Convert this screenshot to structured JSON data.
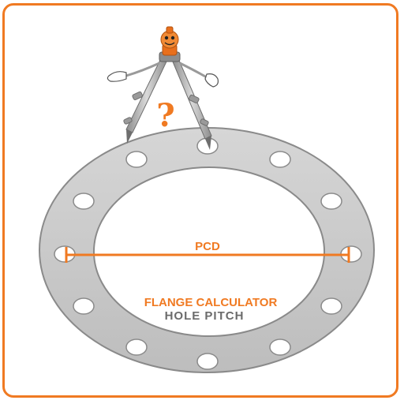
{
  "icon": {
    "name": "flange-calculator-app-icon",
    "labels": {
      "pcd": "PCD",
      "title": "FLANGE CALCULATOR",
      "subtitle": "HOLE PITCH",
      "question": "?"
    },
    "colors": {
      "accent": "#f07a22",
      "ring": "#c9c9c9",
      "ring_edge": "#8a8a8a",
      "subtitle": "#6b6b6b",
      "compass": "#a8a8a8"
    },
    "bolt_hole_count": 12
  }
}
